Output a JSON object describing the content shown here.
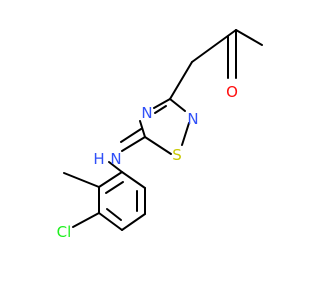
{
  "atoms": [
    {
      "id": "methyl-ketone",
      "element": "C",
      "label": ""
    },
    {
      "id": "carbonyl-c",
      "element": "C",
      "label": ""
    },
    {
      "id": "carbonyl-o",
      "element": "O",
      "label": "O"
    },
    {
      "id": "ch2",
      "element": "C",
      "label": ""
    },
    {
      "id": "ring-c3",
      "element": "C",
      "label": ""
    },
    {
      "id": "ring-n4",
      "element": "N",
      "label": "N"
    },
    {
      "id": "ring-c5",
      "element": "C",
      "label": ""
    },
    {
      "id": "ring-s1",
      "element": "S",
      "label": "S"
    },
    {
      "id": "ring-n2",
      "element": "N",
      "label": "N"
    },
    {
      "id": "nh",
      "element": "N",
      "label": "H"
    },
    {
      "id": "ph-c1",
      "element": "C",
      "label": ""
    },
    {
      "id": "ph-c2",
      "element": "C",
      "label": ""
    },
    {
      "id": "ph-methyl",
      "element": "C",
      "label": ""
    },
    {
      "id": "ph-c3",
      "element": "C",
      "label": ""
    },
    {
      "id": "chloro",
      "element": "Cl",
      "label": "Cl"
    },
    {
      "id": "ph-c4",
      "element": "C",
      "label": ""
    },
    {
      "id": "ph-c5",
      "element": "C",
      "label": ""
    },
    {
      "id": "ph-c6",
      "element": "C",
      "label": ""
    }
  ],
  "bonds": [
    {
      "from": "methyl-ketone",
      "to": "carbonyl-c",
      "order": 1
    },
    {
      "from": "carbonyl-c",
      "to": "carbonyl-o",
      "order": 2
    },
    {
      "from": "carbonyl-c",
      "to": "ch2",
      "order": 1
    },
    {
      "from": "ch2",
      "to": "ring-c3",
      "order": 1
    },
    {
      "from": "ring-c3",
      "to": "ring-n4",
      "order": 2
    },
    {
      "from": "ring-n4",
      "to": "ring-c5",
      "order": 1
    },
    {
      "from": "ring-c5",
      "to": "ring-s1",
      "order": 1
    },
    {
      "from": "ring-s1",
      "to": "ring-n2",
      "order": 1
    },
    {
      "from": "ring-n2",
      "to": "ring-c3",
      "order": 1
    },
    {
      "from": "ring-c5",
      "to": "nh",
      "order": 2
    },
    {
      "from": "nh",
      "to": "ph-c1",
      "order": 1
    },
    {
      "from": "ph-c1",
      "to": "ph-c2",
      "order": 2
    },
    {
      "from": "ph-c2",
      "to": "ph-methyl",
      "order": 1
    },
    {
      "from": "ph-c2",
      "to": "ph-c3",
      "order": 1
    },
    {
      "from": "ph-c3",
      "to": "chloro",
      "order": 1
    },
    {
      "from": "ph-c3",
      "to": "ph-c4",
      "order": 2
    },
    {
      "from": "ph-c4",
      "to": "ph-c5",
      "order": 1
    },
    {
      "from": "ph-c5",
      "to": "ph-c6",
      "order": 2
    },
    {
      "from": "ph-c6",
      "to": "ph-c1",
      "order": 1
    }
  ],
  "colors": {
    "carbon": "#000000",
    "nitrogen": "#3050f8",
    "oxygen": "#ff0d0d",
    "sulfur": "#c8c800",
    "chlorine": "#1ff01f",
    "background": "#ffffff"
  },
  "labels": {
    "o": "O",
    "n4": "N",
    "s": "S",
    "n2": "N",
    "nh_n": "N",
    "nh_h": "H",
    "cl": "Cl"
  }
}
